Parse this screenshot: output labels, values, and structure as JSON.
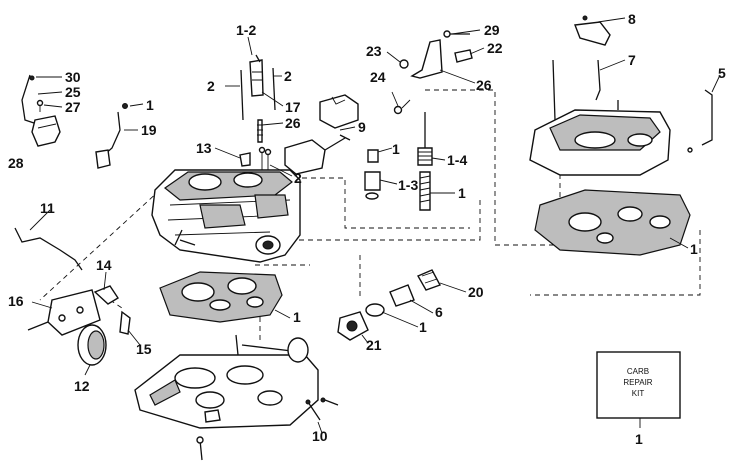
{
  "callouts": [
    {
      "id": "c30",
      "text": "30"
    },
    {
      "id": "c25",
      "text": "25"
    },
    {
      "id": "c27",
      "text": "27"
    },
    {
      "id": "c28",
      "text": "28"
    },
    {
      "id": "c1a",
      "text": "1"
    },
    {
      "id": "c19",
      "text": "19"
    },
    {
      "id": "c1-2",
      "text": "1-2"
    },
    {
      "id": "c2a",
      "text": "2"
    },
    {
      "id": "c2b",
      "text": "2"
    },
    {
      "id": "c17",
      "text": "17"
    },
    {
      "id": "c26a",
      "text": "26"
    },
    {
      "id": "c13",
      "text": "13"
    },
    {
      "id": "c2c",
      "text": "2"
    },
    {
      "id": "c9",
      "text": "9"
    },
    {
      "id": "c23",
      "text": "23"
    },
    {
      "id": "c29",
      "text": "29"
    },
    {
      "id": "c22",
      "text": "22"
    },
    {
      "id": "c24",
      "text": "24"
    },
    {
      "id": "c26b",
      "text": "26"
    },
    {
      "id": "c1b",
      "text": "1"
    },
    {
      "id": "c1-4",
      "text": "1-4"
    },
    {
      "id": "c1-3",
      "text": "1-3"
    },
    {
      "id": "c1c",
      "text": "1"
    },
    {
      "id": "c8",
      "text": "8"
    },
    {
      "id": "c7",
      "text": "7"
    },
    {
      "id": "c5",
      "text": "5"
    },
    {
      "id": "c1d",
      "text": "1"
    },
    {
      "id": "c11",
      "text": "11"
    },
    {
      "id": "c14",
      "text": "14"
    },
    {
      "id": "c16",
      "text": "16"
    },
    {
      "id": "c12",
      "text": "12"
    },
    {
      "id": "c15",
      "text": "15"
    },
    {
      "id": "c1e",
      "text": "1"
    },
    {
      "id": "c20",
      "text": "20"
    },
    {
      "id": "c6",
      "text": "6"
    },
    {
      "id": "c1f",
      "text": "1"
    },
    {
      "id": "c21",
      "text": "21"
    },
    {
      "id": "c10",
      "text": "10"
    },
    {
      "id": "c1g",
      "text": "1"
    }
  ],
  "kit_box": {
    "line1": "CARB",
    "line2": "REPAIR",
    "line3": "KIT"
  }
}
